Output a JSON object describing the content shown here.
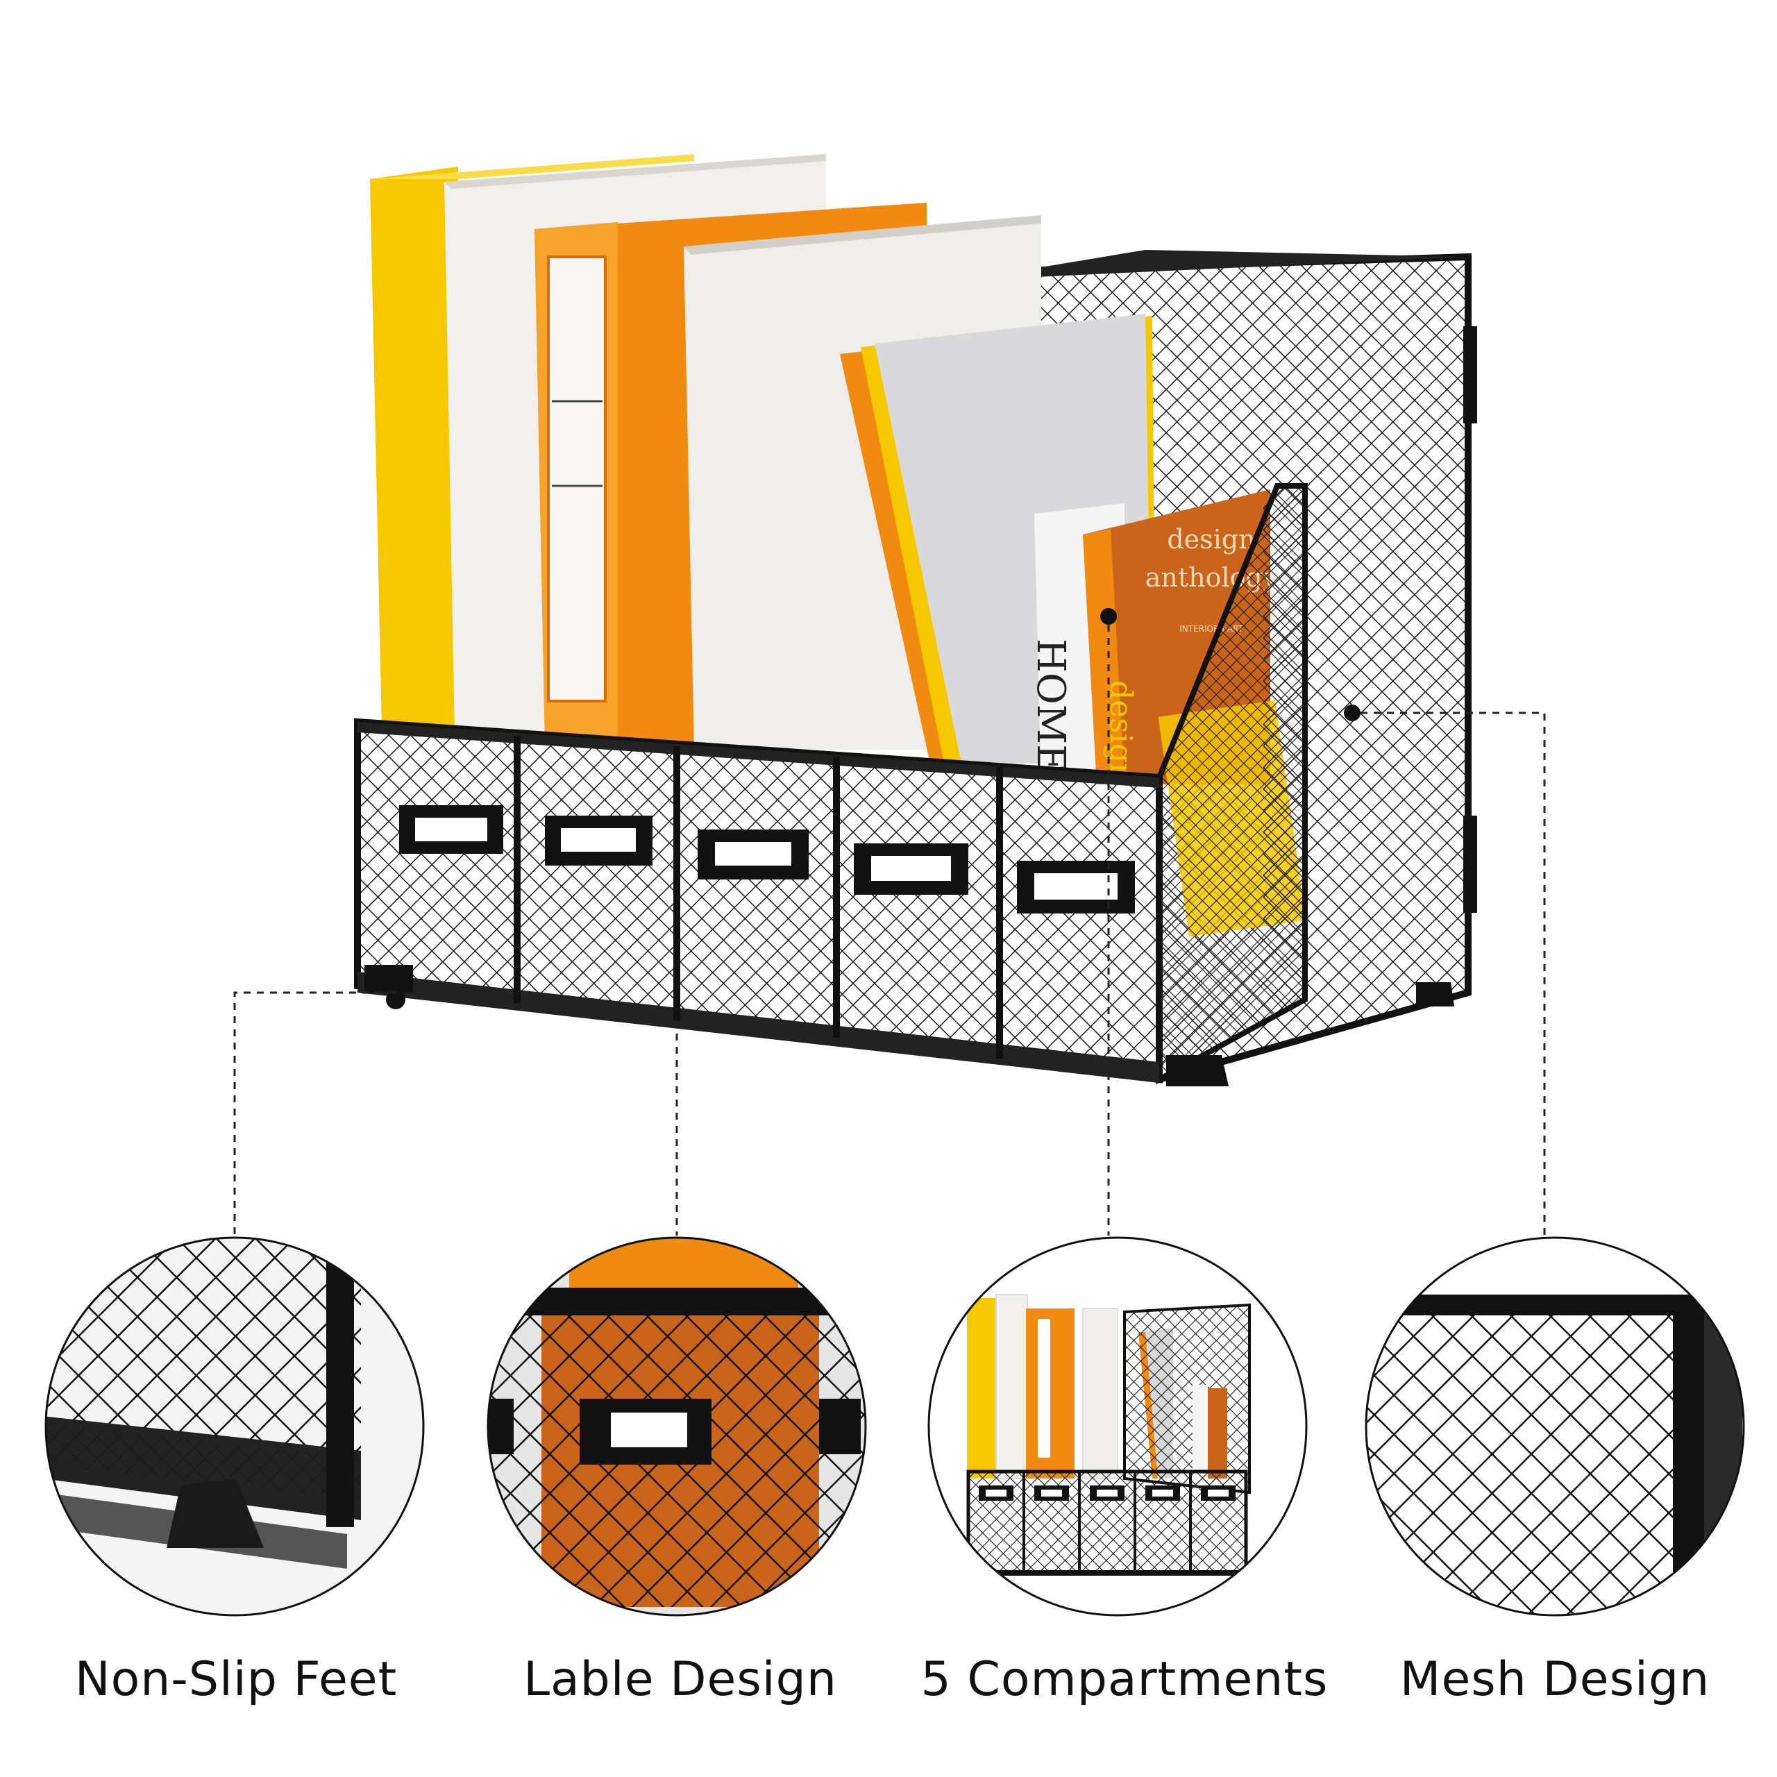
{
  "features": [
    {
      "label": "Non-Slip Feet"
    },
    {
      "label": "Lable Design"
    },
    {
      "label": "5 Compartments"
    },
    {
      "label": "Mesh Design"
    }
  ],
  "book_texts": {
    "cover_title_line1": "design",
    "cover_title_line2": "anthology",
    "cover_small": "INTERIORS   ART",
    "spine_home": "HOME",
    "spine_design": "design"
  },
  "colors": {
    "yellow": "#F6C800",
    "orange": "#F08A10",
    "white_book": "#F2F0EC",
    "mesh_black": "#1A1A1A",
    "brown_cover": "#C9641A"
  }
}
